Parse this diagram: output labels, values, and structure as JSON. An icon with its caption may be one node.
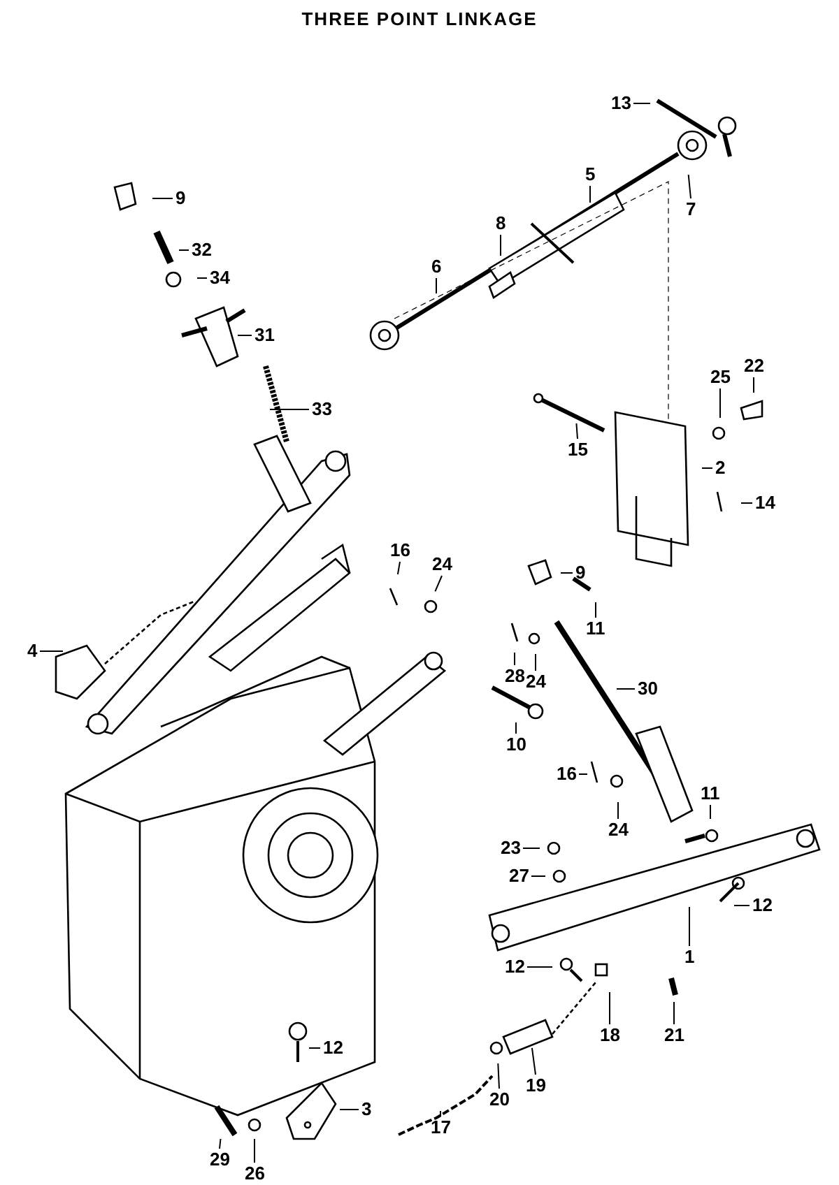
{
  "diagram": {
    "title": "THREE POINT LINKAGE",
    "nodes": [
      {
        "text": [
          "13"
        ]
      },
      {
        "text": [
          "7"
        ]
      },
      {
        "text": [
          "5"
        ]
      },
      {
        "text": [
          "8"
        ]
      },
      {
        "text": [
          "6"
        ]
      },
      {
        "text": [
          "9"
        ]
      },
      {
        "text": [
          "32"
        ]
      },
      {
        "text": [
          "34"
        ]
      },
      {
        "text": [
          "31"
        ]
      },
      {
        "text": [
          "33"
        ]
      },
      {
        "text": [
          "25"
        ]
      },
      {
        "text": [
          "22"
        ]
      },
      {
        "text": [
          "15"
        ]
      },
      {
        "text": [
          "2"
        ]
      },
      {
        "text": [
          "14"
        ]
      },
      {
        "text": [
          "16"
        ]
      },
      {
        "text": [
          "24"
        ]
      },
      {
        "text": [
          "9"
        ]
      },
      {
        "text": [
          "11"
        ]
      },
      {
        "text": [
          "4"
        ]
      },
      {
        "text": [
          "28"
        ]
      },
      {
        "text": [
          "24"
        ]
      },
      {
        "text": [
          "30"
        ]
      },
      {
        "text": [
          "10"
        ]
      },
      {
        "text": [
          "16"
        ]
      },
      {
        "text": [
          "24"
        ]
      },
      {
        "text": [
          "11"
        ]
      },
      {
        "text": [
          "23"
        ]
      },
      {
        "text": [
          "27"
        ]
      },
      {
        "text": [
          "12"
        ]
      },
      {
        "text": [
          "1"
        ]
      },
      {
        "text": [
          "12"
        ]
      },
      {
        "text": [
          "12"
        ]
      },
      {
        "text": [
          "18"
        ]
      },
      {
        "text": [
          "21"
        ]
      },
      {
        "text": [
          "19"
        ]
      },
      {
        "text": [
          "20"
        ]
      },
      {
        "text": [
          "3"
        ]
      },
      {
        "text": [
          "17"
        ]
      },
      {
        "text": [
          "29"
        ]
      },
      {
        "text": [
          "26"
        ]
      }
    ],
    "edges": [
      {
        "from": 0,
        "to": null,
        "arrow": "none"
      },
      {
        "from": 1,
        "to": null,
        "arrow": "none"
      },
      {
        "from": 2,
        "to": null,
        "arrow": "none"
      },
      {
        "from": 3,
        "to": null,
        "arrow": "none"
      },
      {
        "from": 4,
        "to": null,
        "arrow": "none"
      },
      {
        "from": 5,
        "to": null,
        "arrow": "none"
      },
      {
        "from": 6,
        "to": null,
        "arrow": "none"
      },
      {
        "from": 7,
        "to": null,
        "arrow": "none"
      },
      {
        "from": 8,
        "to": null,
        "arrow": "none"
      },
      {
        "from": 9,
        "to": null,
        "arrow": "none"
      },
      {
        "from": 10,
        "to": null,
        "arrow": "none"
      },
      {
        "from": 11,
        "to": null,
        "arrow": "none"
      },
      {
        "from": 12,
        "to": null,
        "arrow": "none"
      },
      {
        "from": 13,
        "to": null,
        "arrow": "none"
      },
      {
        "from": 14,
        "to": null,
        "arrow": "none"
      },
      {
        "from": 15,
        "to": null,
        "arrow": "none"
      },
      {
        "from": 16,
        "to": null,
        "arrow": "none"
      },
      {
        "from": 17,
        "to": null,
        "arrow": "none"
      },
      {
        "from": 18,
        "to": null,
        "arrow": "none"
      },
      {
        "from": 19,
        "to": null,
        "arrow": "none"
      },
      {
        "from": 20,
        "to": null,
        "arrow": "none"
      },
      {
        "from": 21,
        "to": null,
        "arrow": "none"
      },
      {
        "from": 22,
        "to": null,
        "arrow": "none"
      },
      {
        "from": 23,
        "to": null,
        "arrow": "none"
      },
      {
        "from": 24,
        "to": null,
        "arrow": "none"
      },
      {
        "from": 25,
        "to": null,
        "arrow": "none"
      },
      {
        "from": 26,
        "to": null,
        "arrow": "none"
      },
      {
        "from": 27,
        "to": null,
        "arrow": "none"
      },
      {
        "from": 28,
        "to": null,
        "arrow": "none"
      },
      {
        "from": 29,
        "to": null,
        "arrow": "none"
      },
      {
        "from": 30,
        "to": null,
        "arrow": "none"
      },
      {
        "from": 31,
        "to": null,
        "arrow": "none"
      },
      {
        "from": 32,
        "to": null,
        "arrow": "none"
      },
      {
        "from": 33,
        "to": null,
        "arrow": "none"
      },
      {
        "from": 34,
        "to": null,
        "arrow": "none"
      },
      {
        "from": 35,
        "to": null,
        "arrow": "none"
      },
      {
        "from": 36,
        "to": null,
        "arrow": "none"
      },
      {
        "from": 37,
        "to": null,
        "arrow": "none"
      },
      {
        "from": 38,
        "to": null,
        "arrow": "none"
      },
      {
        "from": 39,
        "to": null,
        "arrow": "none"
      },
      {
        "from": 40,
        "to": null,
        "arrow": "none"
      }
    ]
  }
}
